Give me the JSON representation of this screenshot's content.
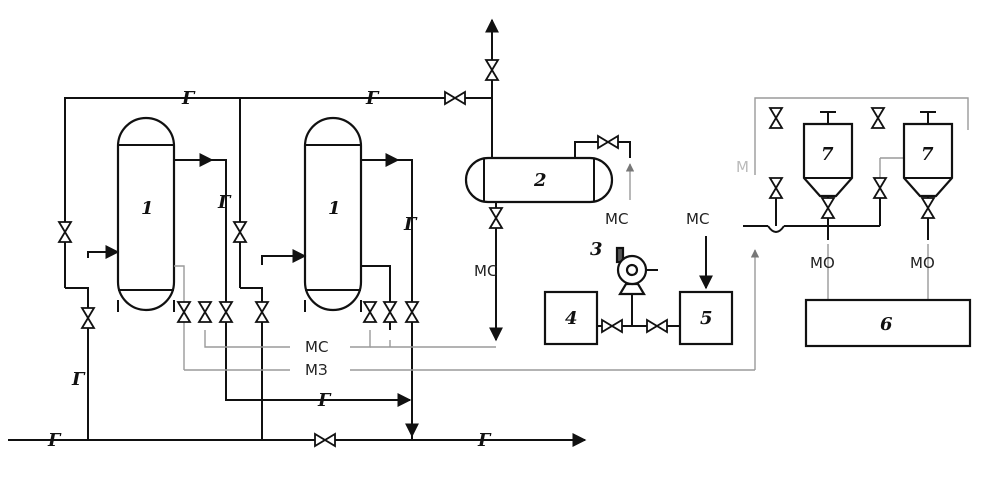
{
  "labels": {
    "gas": "Г",
    "ms": "МС",
    "mz": "МЗ",
    "mo": "МО",
    "m_partial": "М"
  },
  "equipment": {
    "column_left": "1",
    "column_right": "1",
    "separator": "2",
    "pump": "3",
    "tank4": "4",
    "tank5": "5",
    "tank6": "6",
    "hopper_left": "7",
    "hopper_right": "7"
  }
}
